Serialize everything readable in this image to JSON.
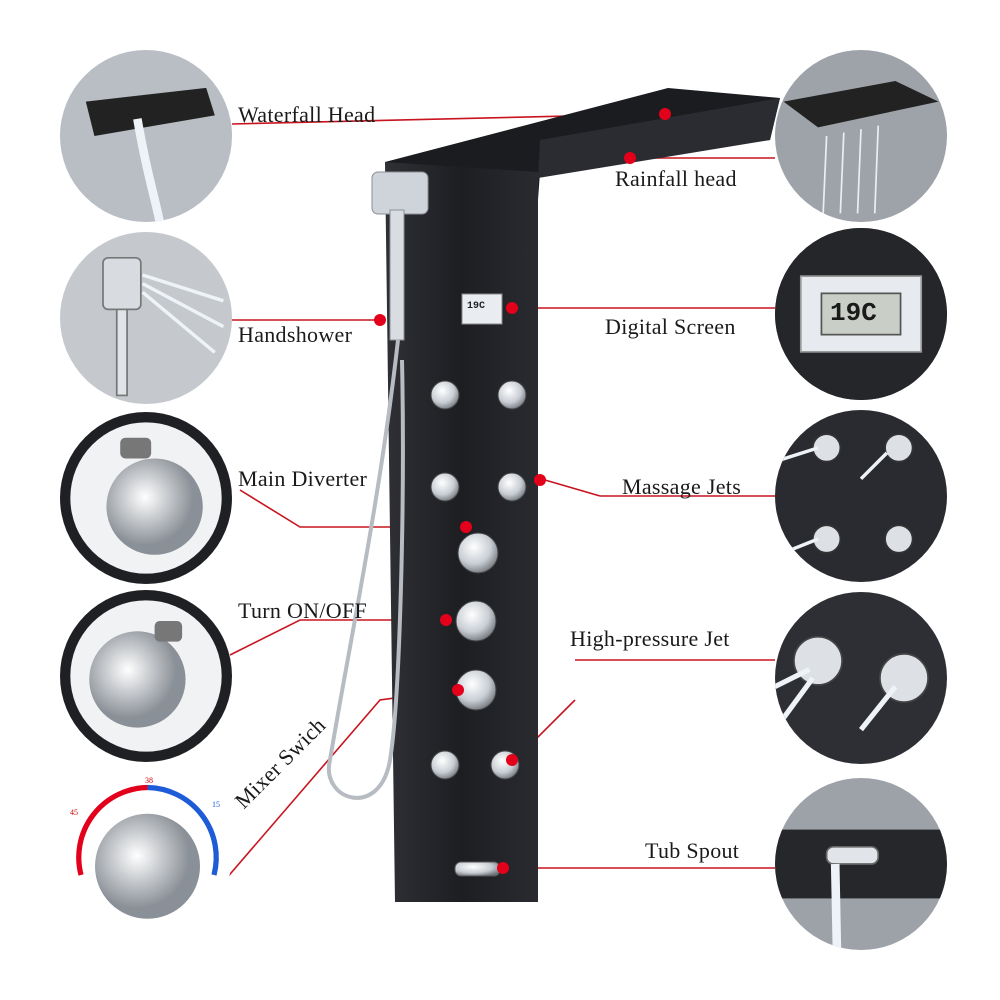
{
  "labels": {
    "waterfall_head": "Waterfall Head",
    "rainfall_head": "Rainfall head",
    "handshower": "Handshower",
    "digital_screen": "Digital Screen",
    "main_diverter": "Main Diverter",
    "massage_jets": "Massage Jets",
    "turn_on_off": "Turn ON/OFF",
    "high_pressure_jet": "High-pressure Jet",
    "mixer_switch": "Mixer Swich",
    "tub_spout": "Tub Spout"
  },
  "display": {
    "temperature": "19C"
  },
  "dial": {
    "scale": [
      "45",
      "38",
      "15"
    ]
  },
  "colors": {
    "accent": "#e3001b",
    "panel": "#26272b",
    "chrome": "#dfe3e8"
  }
}
